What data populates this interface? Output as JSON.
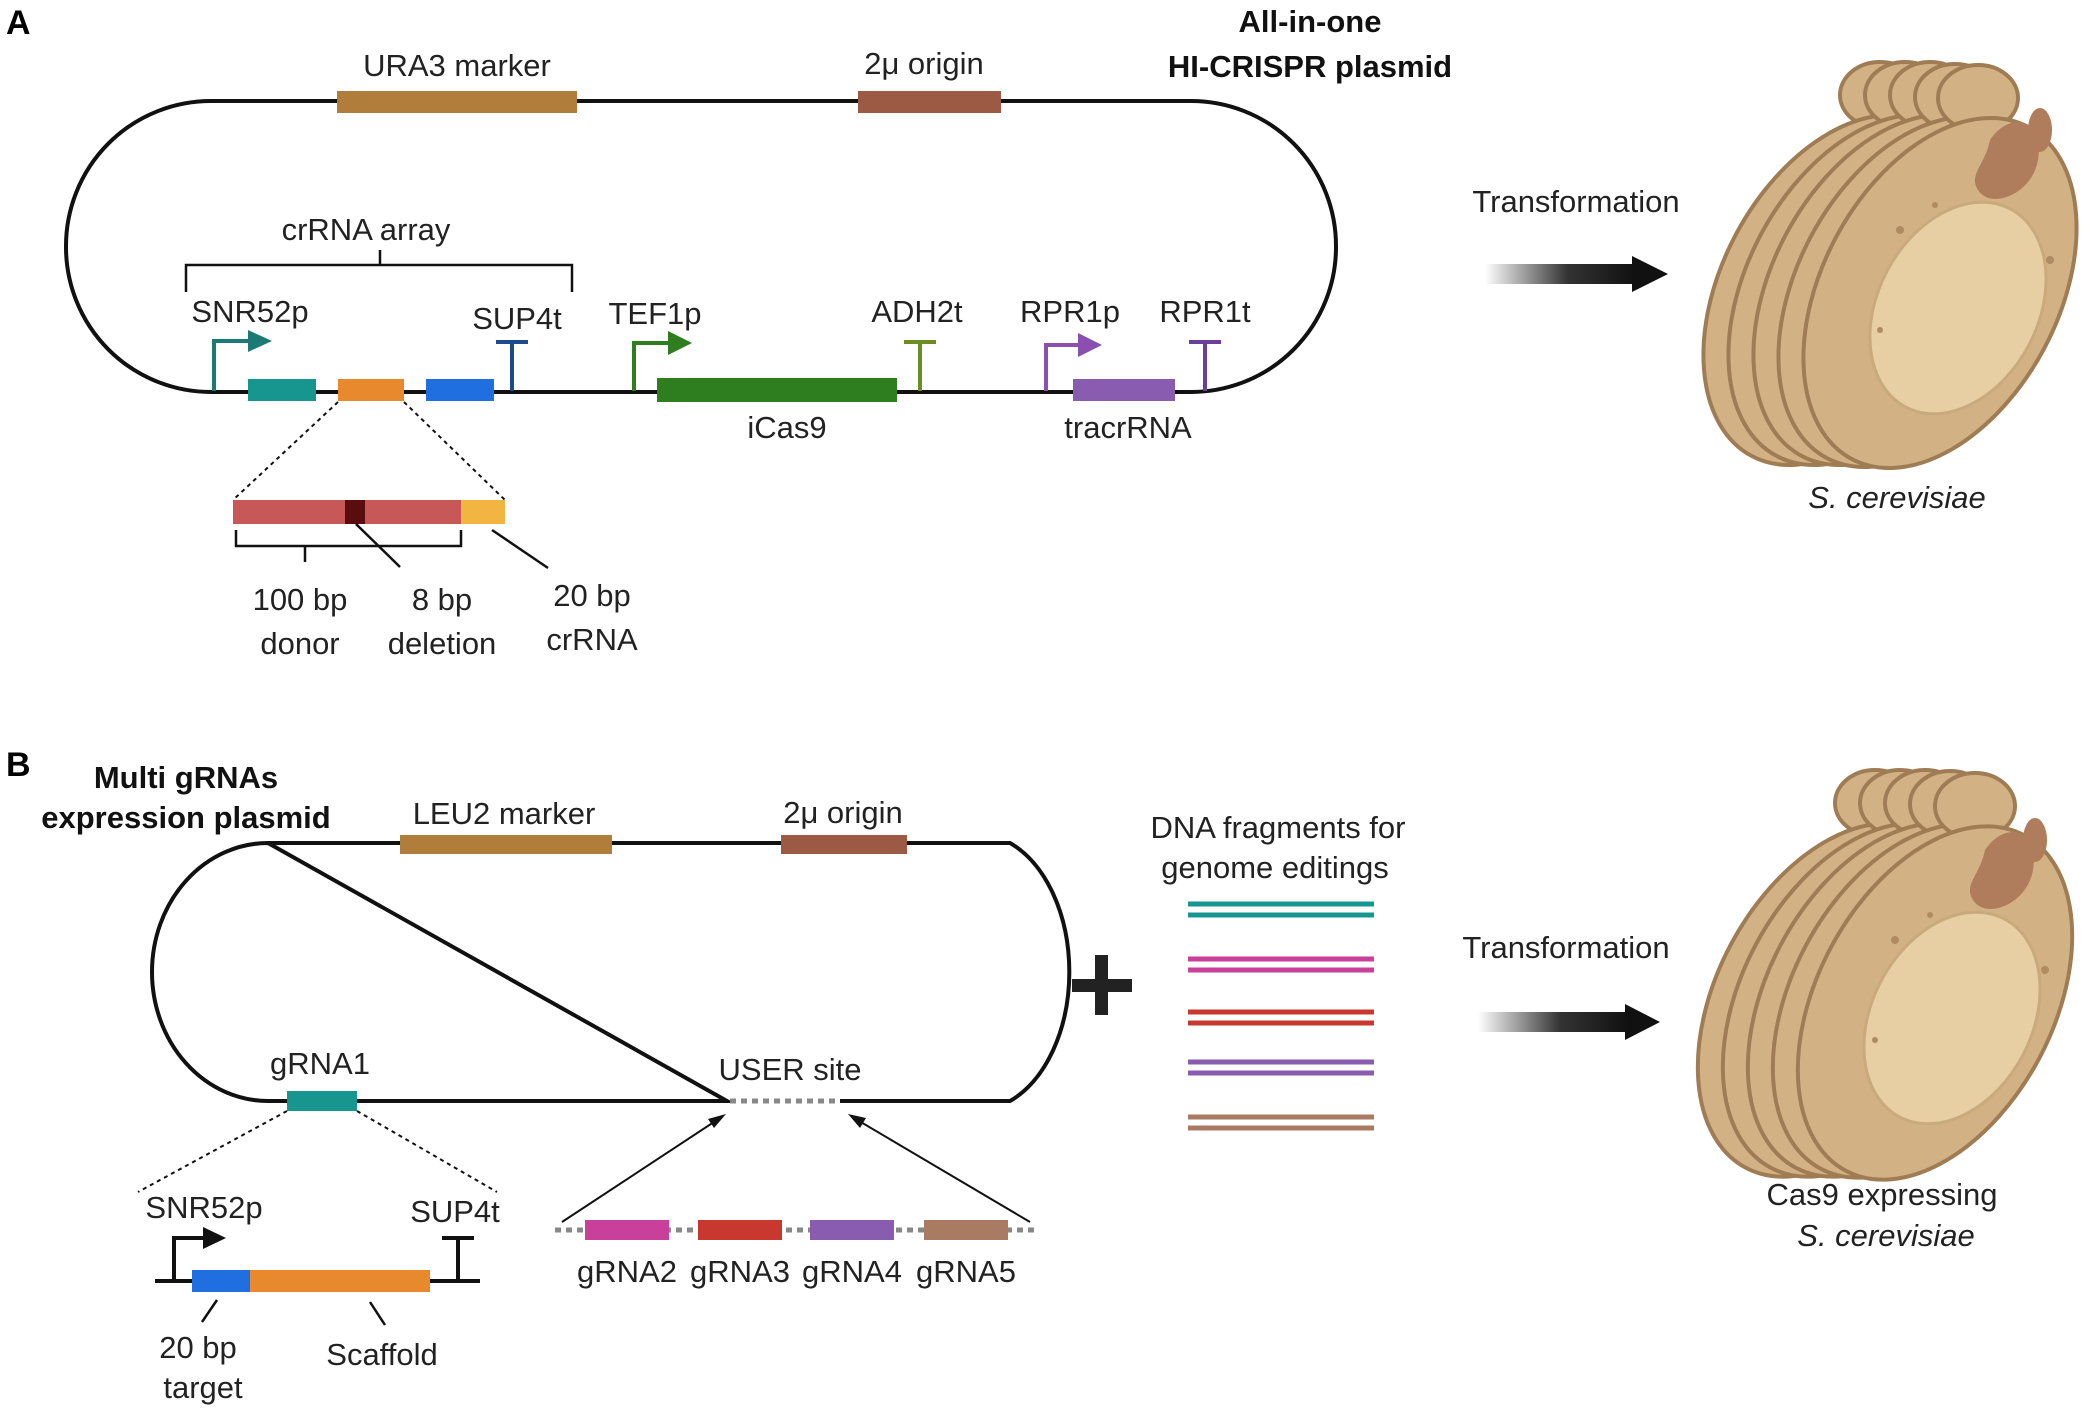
{
  "panel_a": {
    "letter": "A",
    "title_line1": "All-in-one",
    "title_line2": "HI-CRISPR plasmid",
    "ura3": "URA3 marker",
    "origin": "2μ origin",
    "crrna_array": "crRNA array",
    "snr52p": "SNR52p",
    "sup4t": "SUP4t",
    "tef1p": "TEF1p",
    "adh2t": "ADH2t",
    "rpr1p": "RPR1p",
    "rpr1t": "RPR1t",
    "icas9": "iCas9",
    "tracrrna": "tracrRNA",
    "donor_l1": "100 bp",
    "donor_l2": "donor",
    "deletion_l1": "8 bp",
    "deletion_l2": "deletion",
    "crrna_l1": "20 bp",
    "crrna_l2": "crRNA",
    "transformation": "Transformation",
    "organism": "S. cerevisiae"
  },
  "panel_b": {
    "letter": "B",
    "title_line1": "Multi gRNAs",
    "title_line2": "expression plasmid",
    "leu2": "LEU2 marker",
    "origin": "2μ origin",
    "grna1": "gRNA1",
    "user_site": "USER site",
    "snr52p": "SNR52p",
    "sup4t": "SUP4t",
    "target_l1": "20 bp",
    "target_l2": "target",
    "scaffold": "Scaffold",
    "grna2": "gRNA2",
    "grna3": "gRNA3",
    "grna4": "gRNA4",
    "grna5": "gRNA5",
    "fragments_l1": "DNA fragments for",
    "fragments_l2": "genome editings",
    "transformation": "Transformation",
    "organism_l1": "Cas9 expressing",
    "organism_l2": "S. cerevisiae"
  },
  "colors": {
    "teal": "#16968f",
    "orange": "#e8892e",
    "blue": "#1f6fe0",
    "green": "#2e7d1e",
    "purple": "#8a5cb0",
    "marker_brown": "#b07d3a",
    "origin_brown": "#9c5a45",
    "donor_red": "#c85858",
    "crrna_yellow": "#f2b542",
    "magenta": "#c8409a",
    "red": "#c8382e",
    "tan": "#a97b62",
    "yeast": "#d4b48a"
  }
}
